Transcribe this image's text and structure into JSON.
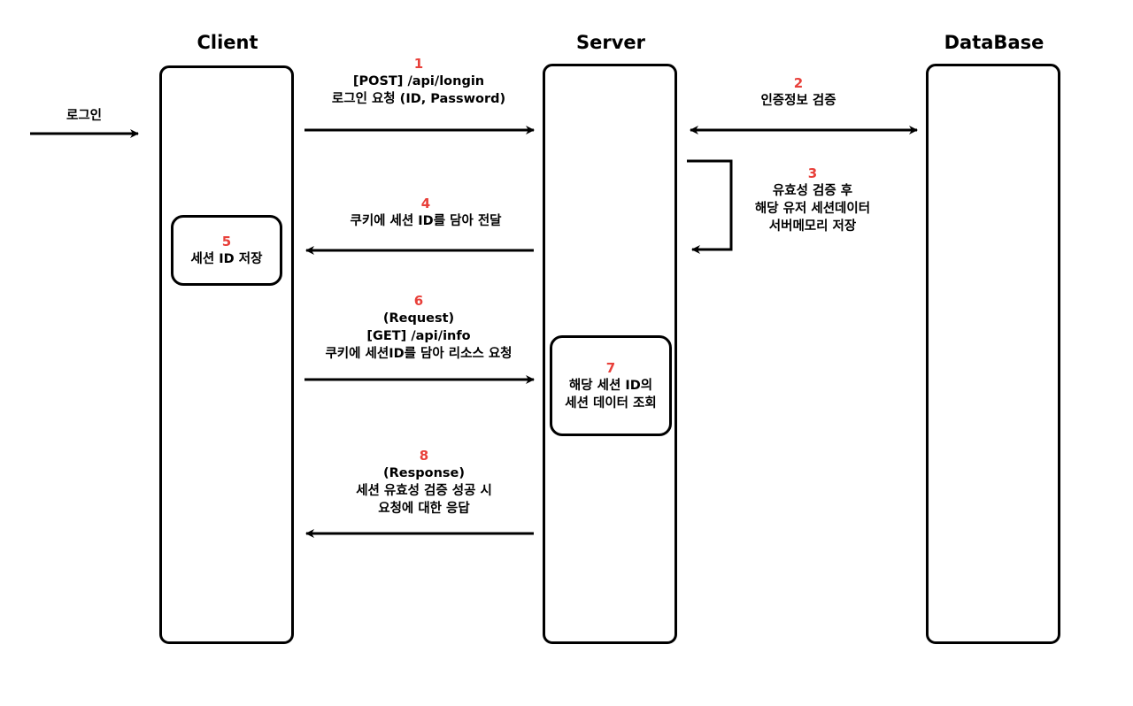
{
  "actors": {
    "client": "Client",
    "server": "Server",
    "database": "DataBase"
  },
  "entry": {
    "label": "로그인"
  },
  "steps": [
    {
      "number": "1",
      "lines": [
        "[POST] /api/longin",
        "로그인 요청 (ID, Password)"
      ]
    },
    {
      "number": "2",
      "lines": [
        "인증정보 검증"
      ]
    },
    {
      "number": "3",
      "lines": [
        "유효성 검증 후",
        "해당 유저 세션데이터",
        "서버메모리 저장"
      ]
    },
    {
      "number": "4",
      "lines": [
        "쿠키에 세션 ID를 담아 전달"
      ]
    },
    {
      "number": "5",
      "lines": [
        "세션 ID 저장"
      ]
    },
    {
      "number": "6",
      "lines": [
        "(Request)",
        "[GET] /api/info",
        "쿠키에 세션ID를 담아 리소스 요청"
      ]
    },
    {
      "number": "7",
      "lines": [
        "해당 세션 ID의",
        "세션 데이터 조회"
      ]
    },
    {
      "number": "8",
      "lines": [
        "(Response)",
        "세션 유효성 검증 성공 시",
        "요청에 대한 응답"
      ]
    }
  ],
  "colors": {
    "step_number": "#e8403a",
    "stroke": "#000000"
  }
}
